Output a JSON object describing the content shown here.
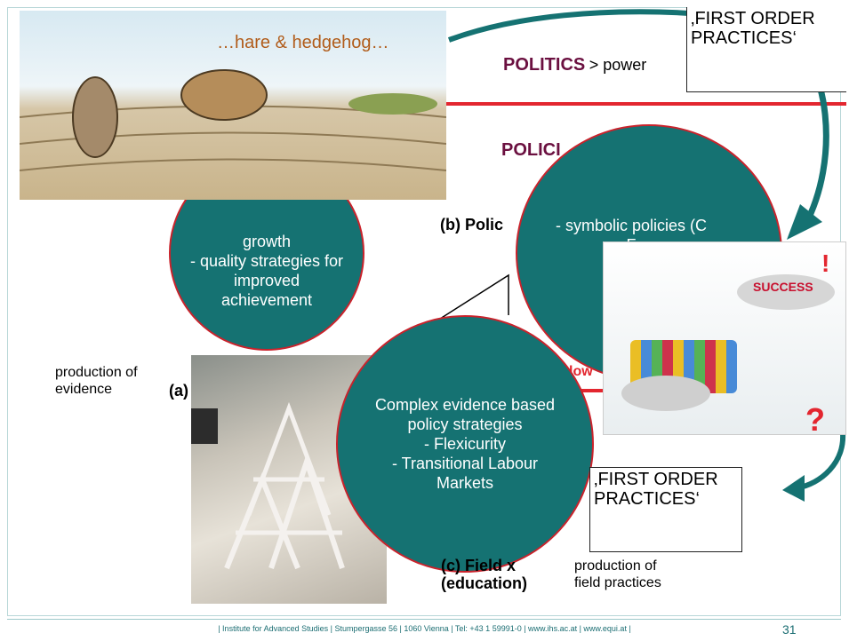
{
  "slide": {
    "hare_caption": "…hare & hedgehog…",
    "politics_label": "POLITICS",
    "politics_suffix": "> power",
    "policies_label": "POLICI",
    "first_order_top": "‚FIRST ORDER PRACTICES‘",
    "first_order_bottom": "‚FIRST ORDER PRACTICES‘",
    "circle_left_text": "growth\n- quality strategies for improved achievement",
    "circle_right_text": "- symbolic policies (C F",
    "circle_center_text": "Complex evidence based policy strategies\n- Flexicurity\n- Transitional Labour Markets",
    "label_b": "(b) Polic",
    "label_a": "(a)",
    "label_c_line1": "(c) Field x",
    "label_c_line2": "(education)",
    "production_evidence_line1": "production of",
    "production_evidence_line2": "evidence",
    "production_field_line1": "production of",
    "production_field_line2": "field practices",
    "red_fragment_1": "low",
    "success_text": "SUCCESS",
    "exclamation": "!",
    "question": "?",
    "footer_text": "| Institute for Advanced Studies | Stumpergasse 56 | 1060 Vienna | Tel: +43 1 59991-0 | www.ihs.ac.at | www.equi.at |",
    "page_number": "31"
  },
  "colors": {
    "teal": "#157272",
    "dark_red_text": "#6b1040",
    "red_line": "#e3262f",
    "footer_teal": "#1c6e73"
  }
}
